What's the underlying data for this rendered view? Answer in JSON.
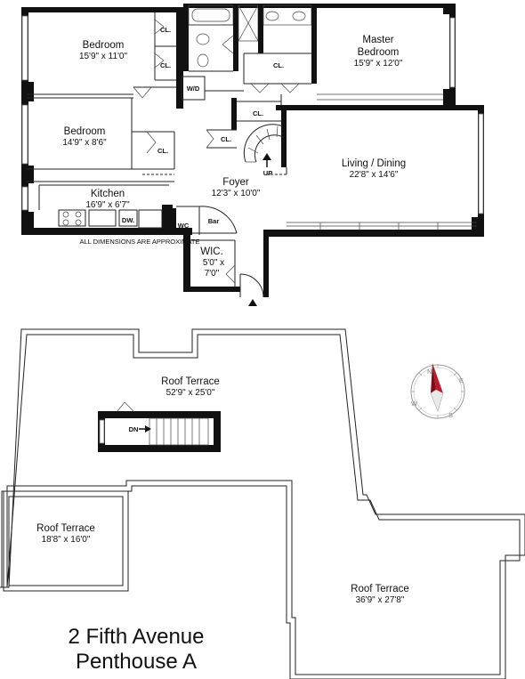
{
  "title": {
    "line1": "2 Fifth Avenue",
    "line2": "Penthouse A"
  },
  "note": "ALL DIMENSIONS ARE APPROXIMATE",
  "rooms": {
    "bedroom1": {
      "name": "Bedroom",
      "dims": "15'9\" x 11'0\""
    },
    "bedroom2": {
      "name": "Bedroom",
      "dims": "14'9\" x 8'6\""
    },
    "master": {
      "name1": "Master",
      "name2": "Bedroom",
      "dims": "15'9\" x 12'0\""
    },
    "kitchen": {
      "name": "Kitchen",
      "dims": "16'9\" x 6'7\""
    },
    "foyer": {
      "name": "Foyer",
      "dims": "12'3\" x 10'0\""
    },
    "living": {
      "name": "Living / Dining",
      "dims": "22'8\" x 14'6\""
    },
    "wic": {
      "name": "WIC.",
      "dims1": "5'0\" x",
      "dims2": "7'0\""
    },
    "roof1": {
      "name": "Roof Terrace",
      "dims": "52'9\" x 25'0\""
    },
    "roof2": {
      "name": "Roof Terrace",
      "dims": "18'8\" x 16'0\""
    },
    "roof3": {
      "name": "Roof Terrace",
      "dims": "36'9\" x 27'8\""
    }
  },
  "labels": {
    "cl": "CL.",
    "wd": "W/D",
    "dw": "DW.",
    "wc": "WC",
    "bar": "Bar",
    "up": "UP",
    "dn": "DN"
  },
  "compass": {
    "n": "N",
    "s": "S",
    "e": "E",
    "w": "W"
  }
}
